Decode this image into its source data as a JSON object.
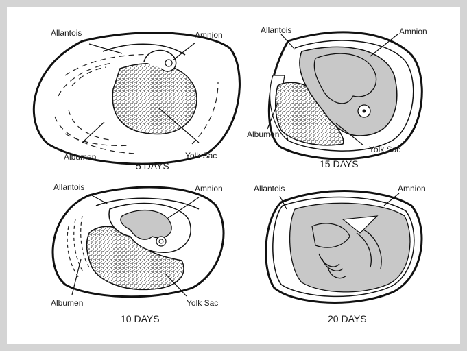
{
  "panels": [
    {
      "caption": "5 DAYS",
      "labels": {
        "allantois": "Allantois",
        "amnion": "Amnion",
        "albumen": "Albumen",
        "yolk_sac": "Yolk Sac"
      }
    },
    {
      "caption": "15 DAYS",
      "labels": {
        "allantois": "Allantois",
        "amnion": "Amnion",
        "albumen": "Albumen",
        "yolk_sac": "Yolk Sac"
      }
    },
    {
      "caption": "10 DAYS",
      "labels": {
        "allantois": "Allantois",
        "amnion": "Amnion",
        "albumen": "Albumen",
        "yolk_sac": "Yolk Sac"
      }
    },
    {
      "caption": "20 DAYS",
      "labels": {
        "allantois": "Allantois",
        "amnion": "Amnion"
      }
    }
  ],
  "colors": {
    "background": "#d4d4d4",
    "panel": "#ffffff",
    "fill": "#c8c8c8",
    "ink": "#1a1a1a"
  }
}
